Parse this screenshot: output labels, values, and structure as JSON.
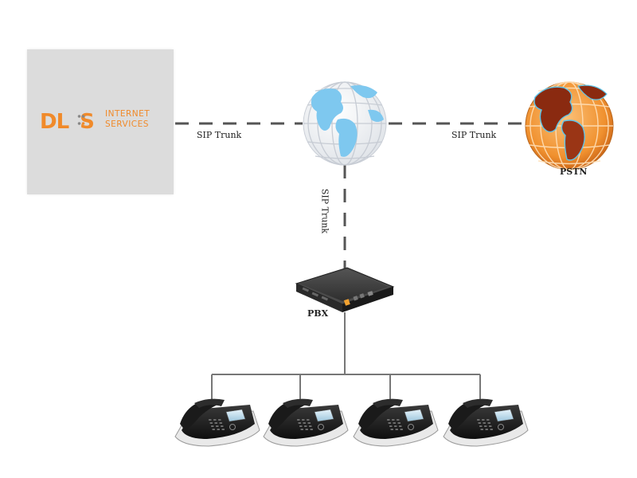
{
  "logo": {
    "mark": "DL",
    "mark_tail": "S",
    "line1": "INTERNET",
    "line2": "SERVICES",
    "brand_color": "#f08a2a"
  },
  "links": {
    "left_label": "SIP Trunk",
    "right_label": "SIP Trunk",
    "vertical_label": "SIP Trunk"
  },
  "nodes": {
    "pstn_label": "PSTN",
    "pbx_label": "PBX"
  },
  "colors": {
    "line": "#555555",
    "globe_blue": "#7ec8ef",
    "pstn_orange": "#f29a3a",
    "pstn_dark": "#8a2a10"
  },
  "phones": [
    {
      "id": 1
    },
    {
      "id": 2
    },
    {
      "id": 3
    },
    {
      "id": 4
    }
  ]
}
